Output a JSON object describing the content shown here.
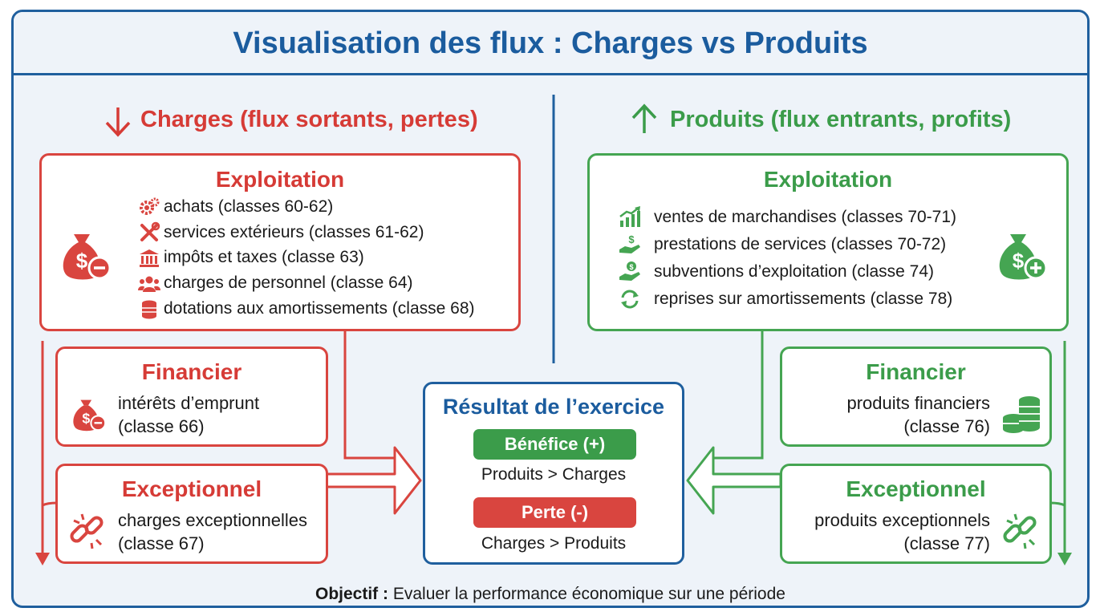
{
  "title": "Visualisation des flux : Charges vs Produits",
  "colors": {
    "blue": "#1f5f9e",
    "red": "#d9453f",
    "green": "#45a552",
    "background": "#eef3f9"
  },
  "charges": {
    "heading": "Charges (flux sortants, pertes)",
    "exploitation": {
      "title": "Exploitation",
      "items": [
        {
          "label": "achats (classes 60-62)",
          "icon": "gears-icon"
        },
        {
          "label": "services extérieurs (classes 61-62)",
          "icon": "tools-icon"
        },
        {
          "label": "impôts et taxes (classe 63)",
          "icon": "bank-icon"
        },
        {
          "label": "charges de personnel (classe 64)",
          "icon": "people-icon"
        },
        {
          "label": "dotations aux amortissements (classe 68)",
          "icon": "coins-stack-icon"
        }
      ]
    },
    "financier": {
      "title": "Financier",
      "line1": "intérêts d’emprunt",
      "line2": "(classe 66)"
    },
    "exceptionnel": {
      "title": "Exceptionnel",
      "line1": "charges exceptionnelles",
      "line2": "(classe 67)"
    }
  },
  "produits": {
    "heading": "Produits (flux entrants, profits)",
    "exploitation": {
      "title": "Exploitation",
      "items": [
        {
          "label": "ventes de marchandises (classes 70-71)",
          "icon": "growth-chart-icon"
        },
        {
          "label": "prestations de services (classes 70-72)",
          "icon": "hand-money-icon"
        },
        {
          "label": "subventions d’exploitation (classe 74)",
          "icon": "hand-coin-icon"
        },
        {
          "label": "reprises sur amortissements (classe 78)",
          "icon": "refresh-icon"
        }
      ]
    },
    "financier": {
      "title": "Financier",
      "line1": "produits financiers",
      "line2": "(classe 76)"
    },
    "exceptionnel": {
      "title": "Exceptionnel",
      "line1": "produits exceptionnels",
      "line2": "(classe 77)"
    }
  },
  "resultat": {
    "title": "Résultat de l’exercice",
    "benefice": {
      "label": "Bénéfice (+)",
      "condition": "Produits > Charges"
    },
    "perte": {
      "label": "Perte (-)",
      "condition": "Charges > Produits"
    }
  },
  "footer": {
    "bold": "Objectif :",
    "text": " Evaluer la performance économique sur une période"
  }
}
